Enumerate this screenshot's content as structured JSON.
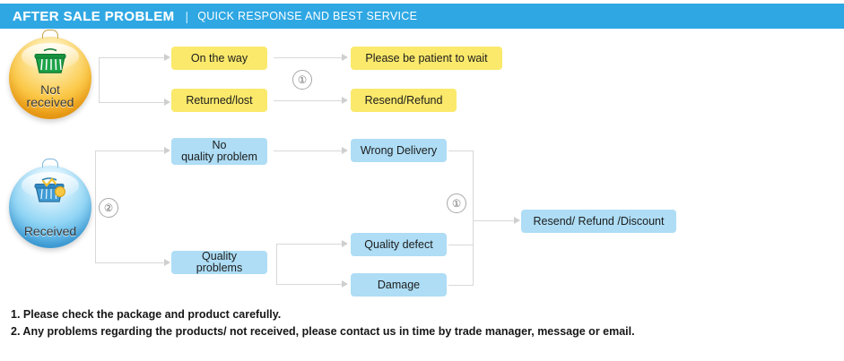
{
  "header": {
    "title": "AFTER SALE PROBLEM",
    "separator": "|",
    "subtitle": "QUICK RESPONSE AND BEST SERVICE",
    "background_color": "#2ea7e3",
    "text_color": "#ffffff"
  },
  "flow": {
    "not_received": {
      "label_line1": "Not",
      "label_line2": "received",
      "icon": "shopping-basket-icon",
      "circle_color": "#fbc94a",
      "step_marker": "①",
      "causes": [
        {
          "label": "On the way"
        },
        {
          "label": "Returned/lost"
        }
      ],
      "outcomes": [
        {
          "label": "Please be patient to wait"
        },
        {
          "label": "Resend/Refund"
        }
      ],
      "box_color": "#fae96b"
    },
    "received": {
      "label": "Received",
      "icon": "shopping-basket-icon",
      "circle_color": "#93d6f5",
      "step_marker_left": "②",
      "step_marker_right": "①",
      "categories": [
        {
          "label_line1": "No",
          "label_line2": "quality problem"
        },
        {
          "label_line1": "Quality problems",
          "label_line2": ""
        }
      ],
      "issues": [
        {
          "label": "Wrong Delivery"
        },
        {
          "label": "Quality defect"
        },
        {
          "label": "Damage"
        }
      ],
      "outcome": {
        "label": "Resend/ Refund /Discount"
      },
      "box_color": "#aeddf5"
    }
  },
  "notes": [
    "1. Please check the package and product carefully.",
    "2. Any problems regarding the products/ not received, please contact us in time by trade manager, message or email."
  ]
}
